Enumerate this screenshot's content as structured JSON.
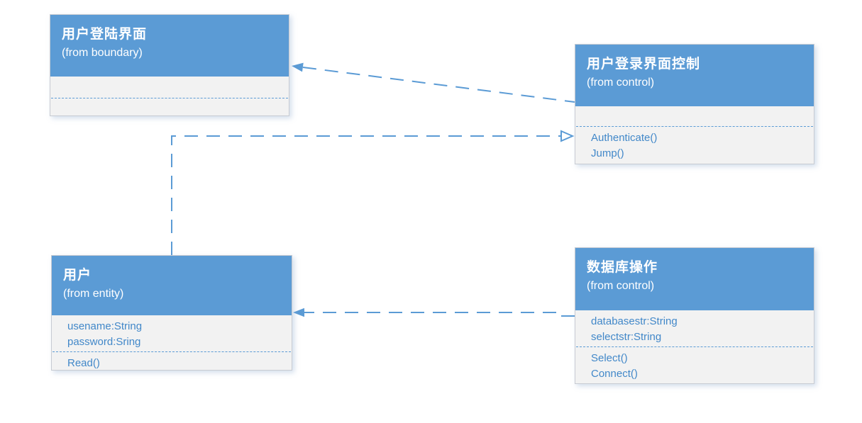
{
  "diagram": {
    "kind": "uml-class-diagram",
    "colors": {
      "class_header_bg": "#5b9bd5",
      "class_body_bg": "#f2f2f2",
      "class_border": "#c7cbd2",
      "member_text": "#4288c9",
      "connector": "#5b9bd5",
      "header_text": "#ffffff"
    }
  },
  "classes": [
    {
      "id": "login-ui",
      "title": "用户登陆界面",
      "stereotype": "(from boundary)",
      "attributes": [],
      "methods": []
    },
    {
      "id": "login-controller",
      "title": "用户登录界面控制",
      "stereotype": "(from control)",
      "attributes": [],
      "methods": [
        "Authenticate()",
        "Jump()"
      ]
    },
    {
      "id": "user",
      "title": "用户",
      "stereotype": "(from entity)",
      "attributes": [
        "usename:String",
        "password:Sring"
      ],
      "methods": [
        "Read()"
      ]
    },
    {
      "id": "database-ops",
      "title": "数据库操作",
      "stereotype": "(from control)",
      "attributes": [
        "databasestr:String",
        "selectstr:String"
      ],
      "methods": [
        "Select()",
        "Connect()"
      ]
    }
  ],
  "connectors": [
    {
      "id": "dep-controller-to-login-ui",
      "type": "dashed-dependency",
      "from": "login-controller",
      "to": "login-ui",
      "arrowhead": "filled-triangle"
    },
    {
      "id": "dep-user-to-controller",
      "type": "dashed-dependency",
      "from": "user",
      "to": "login-controller",
      "arrowhead": "open-triangle"
    },
    {
      "id": "dep-database-to-user",
      "type": "dashed-dependency",
      "from": "database-ops",
      "to": "user",
      "arrowhead": "filled-triangle"
    }
  ]
}
